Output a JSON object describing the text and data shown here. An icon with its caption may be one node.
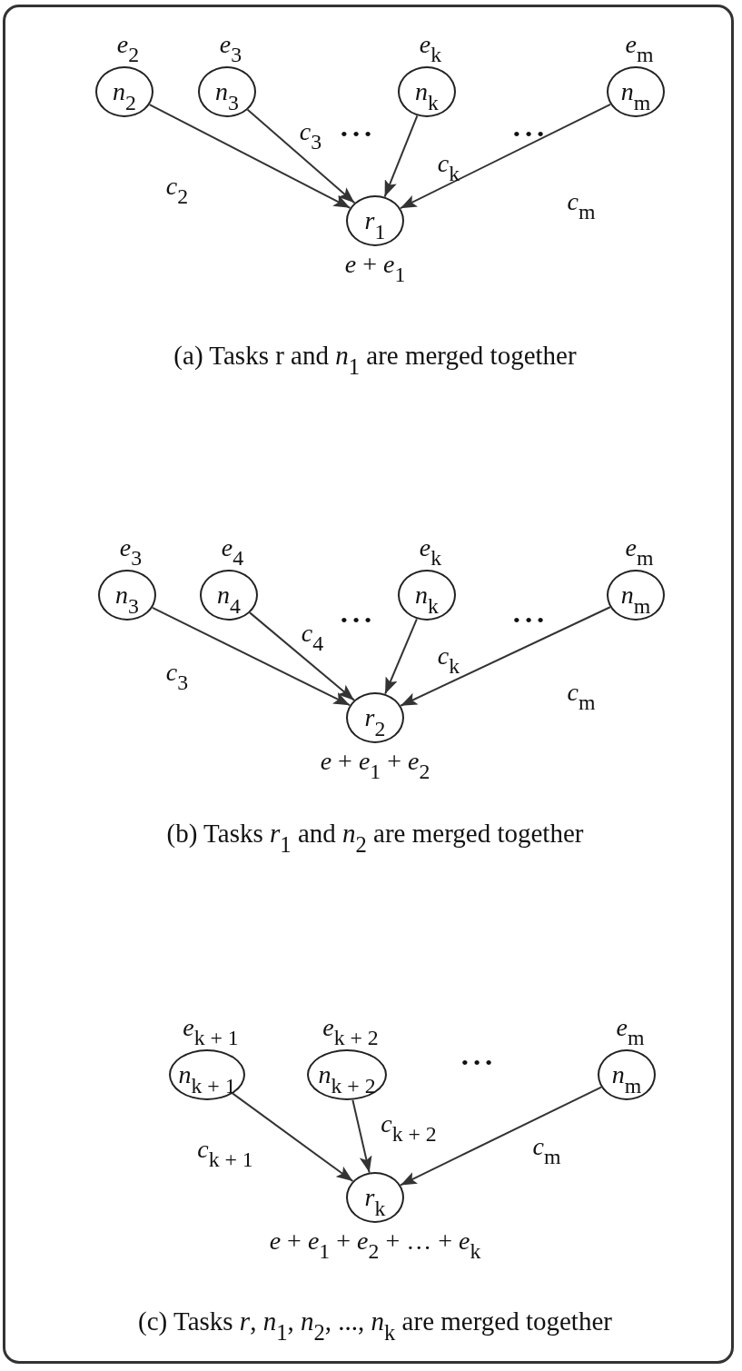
{
  "diagram": {
    "nodes": [
      {
        "text": [
          "*n*$_{2}$"
        ],
        "beside": [
          "*e*$_{2}$"
        ]
      },
      {
        "text": [
          "*n*$_{3}$"
        ],
        "beside": [
          "*e*$_{3}$"
        ]
      },
      {
        "text": [
          "*n*$_{k}$"
        ],
        "beside": [
          "*e*$_{k}$"
        ]
      },
      {
        "text": [
          "*n*$_{m}$"
        ],
        "beside": [
          "*e*$_{m}$"
        ]
      },
      {
        "text": [
          "*r*$_{1}$"
        ],
        "beside": [
          "*e* + *e*$_{1}$"
        ]
      },
      {
        "text": [
          "*n*$_{3}$"
        ],
        "beside": [
          "*e*$_{3}$"
        ]
      },
      {
        "text": [
          "*n*$_{4}$"
        ],
        "beside": [
          "*e*$_{4}$"
        ]
      },
      {
        "text": [
          "*n*$_{k}$"
        ],
        "beside": [
          "*e*$_{k}$"
        ]
      },
      {
        "text": [
          "*n*$_{m}$"
        ],
        "beside": [
          "*e*$_{m}$"
        ]
      },
      {
        "text": [
          "*r*$_{2}$"
        ],
        "beside": [
          "*e* + *e*$_{1}$ + *e*$_{2}$"
        ]
      },
      {
        "text": [
          "*n*$_{k + 1}$"
        ],
        "beside": [
          "*e*$_{k + 1}$"
        ]
      },
      {
        "text": [
          "*n*$_{k + 2}$"
        ],
        "beside": [
          "*e*$_{k + 2}$"
        ]
      },
      {
        "text": [
          "*n*$_{m}$"
        ],
        "beside": [
          "*e*$_{m}$"
        ]
      },
      {
        "text": [
          "*r*$_{k}$"
        ],
        "beside": [
          "*e* + *e*$_{1}$ + *e*$_{2}$ + … + *e*$_{k}$"
        ]
      }
    ],
    "edges": [
      {
        "from": 0,
        "to": 4,
        "arrow": "to",
        "label": "*c*$_{2}$"
      },
      {
        "from": 1,
        "to": 4,
        "arrow": "to",
        "label": "*c*$_{3}$"
      },
      {
        "from": 2,
        "to": 4,
        "arrow": "to",
        "label": "*c*$_{k}$"
      },
      {
        "from": 3,
        "to": 4,
        "arrow": "to",
        "label": "*c*$_{m}$"
      },
      {
        "from": 5,
        "to": 9,
        "arrow": "to",
        "label": "*c*$_{3}$"
      },
      {
        "from": 6,
        "to": 9,
        "arrow": "to",
        "label": "*c*$_{4}$"
      },
      {
        "from": 7,
        "to": 9,
        "arrow": "to",
        "label": "*c*$_{k}$"
      },
      {
        "from": 8,
        "to": 9,
        "arrow": "to",
        "label": "*c*$_{m}$"
      },
      {
        "from": 10,
        "to": 13,
        "arrow": "to",
        "label": "*c*$_{k + 1}$"
      },
      {
        "from": 11,
        "to": 13,
        "arrow": "to",
        "label": "*c*$_{k + 2}$"
      },
      {
        "from": 12,
        "to": 13,
        "arrow": "to",
        "label": "*c*$_{m}$"
      }
    ],
    "labels": [
      "• • •",
      "• • •",
      "(a)  Tasks r and *n*$_{1}$ are merged together",
      "• • •",
      "• • •",
      "(b)  Tasks *r*$_{1}$ and *n*$_{2}$ are merged together",
      "• • •",
      "(c)  Tasks *r*, *n*$_{1}$, *n*$_{2}$, ..., *n*$_{k}$ are merged together"
    ]
  }
}
